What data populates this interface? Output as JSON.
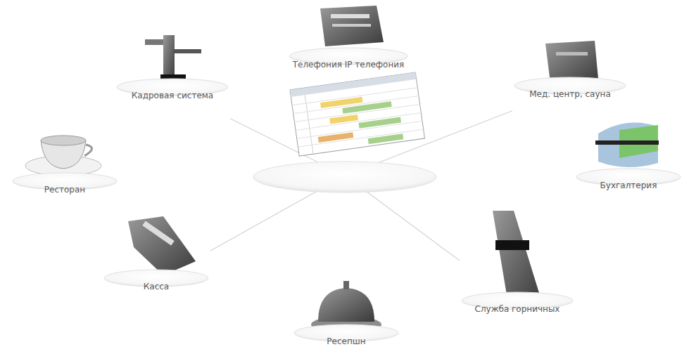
{
  "diagram": {
    "nodes": [
      {
        "text": [
          "Телефония IP телефония"
        ]
      },
      {
        "text": [
          "Кадровая система"
        ]
      },
      {
        "text": [
          "Мед. центр, сауна"
        ]
      },
      {
        "text": [
          "Ресторан"
        ]
      },
      {
        "text": [
          "Бухгалтерия"
        ]
      },
      {
        "text": [
          "Касса"
        ]
      },
      {
        "text": [
          "Служба горничных"
        ]
      },
      {
        "text": [
          "Ресепшн"
        ]
      }
    ]
  }
}
